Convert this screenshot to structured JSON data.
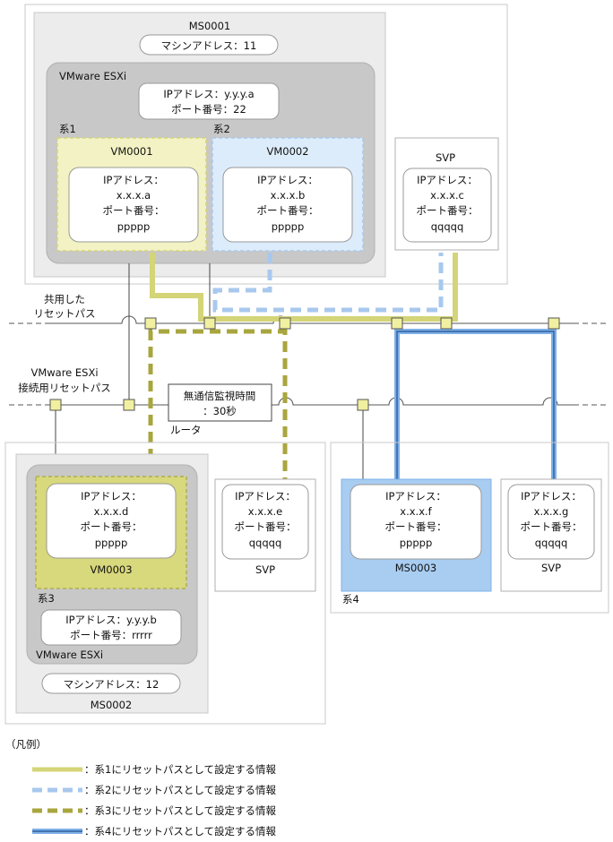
{
  "colors": {
    "series1": "#d4d478",
    "series2": "#a8c8ee",
    "series3": "#a8a63e",
    "series4": "#4f8fd6",
    "frame": "#c8c8c8",
    "esxi_fill": "#c8c8c8",
    "vm1_fill": "#f2f2c4",
    "vm2_fill": "#dcecfb",
    "vm3_fill": "#d8d87c",
    "ms3_fill": "#a9cdf1",
    "connector": "#f0f0a0"
  },
  "ms0001": {
    "name": "MS0001",
    "machine_address": "マシンアドレス：11",
    "esxi": {
      "name": "VMware ESXi",
      "ip": "IPアドレス：y.y.y.a",
      "port": "ポート番号：22"
    },
    "sys1_label": "系1",
    "sys2_label": "系2",
    "vm0001": {
      "name": "VM0001",
      "ip_label": "IPアドレス：",
      "ip_value": "x.x.x.a",
      "port_label": "ポート番号：",
      "port_value": "ppppp"
    },
    "vm0002": {
      "name": "VM0002",
      "ip_label": "IPアドレス：",
      "ip_value": "x.x.x.b",
      "port_label": "ポート番号：",
      "port_value": "ppppp"
    }
  },
  "svp_top": {
    "name": "SVP",
    "ip_label": "IPアドレス：",
    "ip_value": "x.x.x.c",
    "port_label": "ポート番号：",
    "port_value": "qqqqq"
  },
  "paths": {
    "shared_line1": "共用した",
    "shared_line2": "リセットパス",
    "esxi_line1": "VMware ESXi",
    "esxi_line2": "接続用リセットパス"
  },
  "router": {
    "timeout_line1": "無通信監視時間",
    "timeout_line2": "：30秒",
    "label": "ルータ"
  },
  "ms0002": {
    "name": "MS0002",
    "machine_address": "マシンアドレス：12",
    "esxi": {
      "name": "VMware ESXi",
      "ip": "IPアドレス：y.y.y.b",
      "port": "ポート番号：rrrrr"
    },
    "sys3_label": "系3",
    "vm0003": {
      "name": "VM0003",
      "ip_label": "IPアドレス：",
      "ip_value": "x.x.x.d",
      "port_label": "ポート番号：",
      "port_value": "ppppp"
    }
  },
  "svp_e": {
    "name": "SVP",
    "ip_label": "IPアドレス：",
    "ip_value": "x.x.x.e",
    "port_label": "ポート番号：",
    "port_value": "qqqqq"
  },
  "group4": {
    "sys4_label": "系4",
    "ms0003": {
      "name": "MS0003",
      "ip_label": "IPアドレス：",
      "ip_value": "x.x.x.f",
      "port_label": "ポート番号：",
      "port_value": "ppppp"
    },
    "svp_g": {
      "name": "SVP",
      "ip_label": "IPアドレス：",
      "ip_value": "x.x.x.g",
      "port_label": "ポート番号：",
      "port_value": "qqqqq"
    }
  },
  "legend": {
    "title": "（凡例）",
    "items": [
      "：系1にリセットパスとして設定する情報",
      "：系2にリセットパスとして設定する情報",
      "：系3にリセットパスとして設定する情報",
      "：系4にリセットパスとして設定する情報"
    ]
  }
}
